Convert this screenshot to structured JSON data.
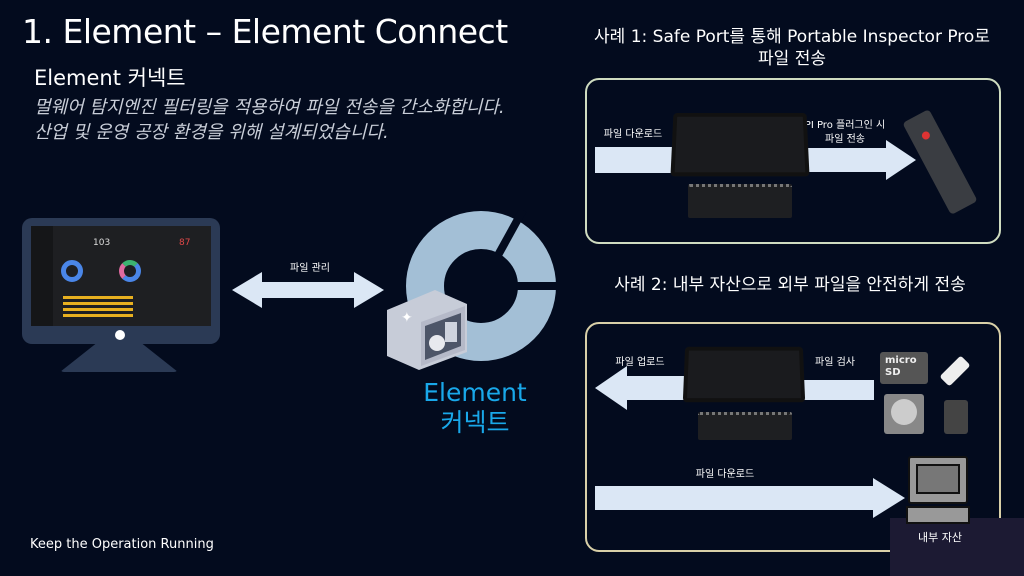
{
  "header": {
    "title": "1. Element – Element Connect",
    "subtitle": "Element 커넥트",
    "description": "멀웨어 탐지엔진 필터링을 적용하여 파일 전송을 간소화합니다. 산업 및 운영 공장 환경을 위해 설계되었습니다."
  },
  "dashboard": {
    "value1": "103",
    "value2": "87"
  },
  "center": {
    "arrow_label": "파일 관리",
    "product_line1": "Element",
    "product_line2": "커넥트"
  },
  "case1": {
    "title": "사례 1: Safe Port를 통해 Portable Inspector Pro로 파일 전송",
    "in_label": "파일 다운로드",
    "out_label": "PI Pro 플러그인 시 파일 전송"
  },
  "case2": {
    "title": "사례 2: 내부 자산으로 외부 파일을 안전하게 전송",
    "upload_label": "파일 업로드",
    "scan_label": "파일 검사",
    "download_label": "파일 다운로드",
    "asset_label": "내부 자산",
    "sd_text": "micro SD"
  },
  "footer": {
    "text": "Keep the Operation Running"
  },
  "colors": {
    "bg": "#030b1e",
    "accent": "#19a8ea",
    "arrow": "#dbe7f5"
  }
}
